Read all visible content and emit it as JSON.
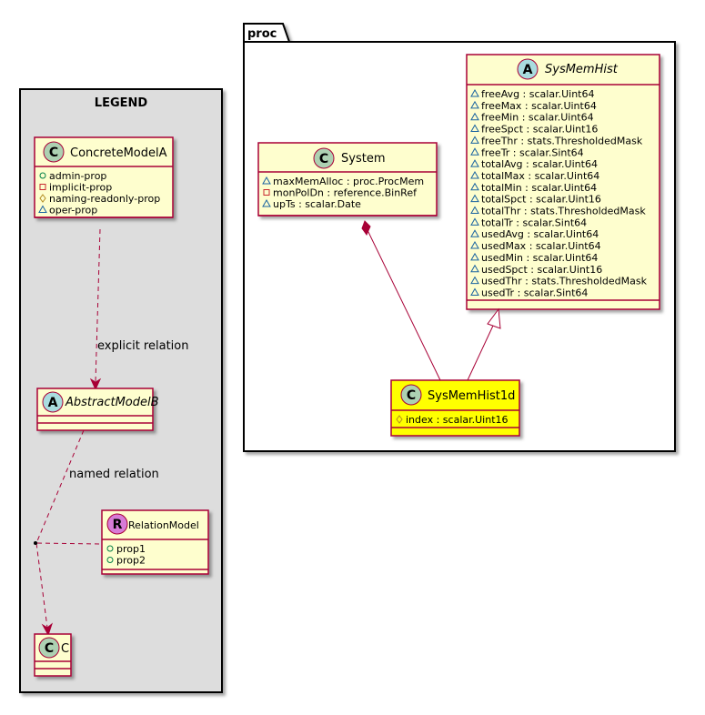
{
  "package": {
    "name": "proc"
  },
  "legend": {
    "title": "LEGEND",
    "classes": {
      "concrete": {
        "name": "ConcreteModelA",
        "badge": "C",
        "members": [
          {
            "vis": "public",
            "text": "admin-prop"
          },
          {
            "vis": "private",
            "text": "implicit-prop"
          },
          {
            "vis": "protected",
            "text": "naming-readonly-prop"
          },
          {
            "vis": "package",
            "text": "oper-prop"
          }
        ]
      },
      "abstract": {
        "name": "AbstractModelB",
        "badge": "A"
      },
      "relation": {
        "name": "RelationModel",
        "badge": "R",
        "members": [
          {
            "vis": "public",
            "text": "prop1"
          },
          {
            "vis": "public",
            "text": "prop2"
          }
        ]
      },
      "c": {
        "name": "C",
        "badge": "C"
      }
    },
    "edges": {
      "explicit": "explicit relation",
      "named": "named relation"
    }
  },
  "classes": {
    "system": {
      "name": "System",
      "badge": "C",
      "members": [
        {
          "vis": "package",
          "text": "maxMemAlloc : proc.ProcMem"
        },
        {
          "vis": "private",
          "text": "monPolDn : reference.BinRef"
        },
        {
          "vis": "package",
          "text": "upTs : scalar.Date"
        }
      ]
    },
    "sysMemHist": {
      "name": "SysMemHist",
      "badge": "A",
      "members": [
        {
          "vis": "package",
          "text": "freeAvg : scalar.Uint64"
        },
        {
          "vis": "package",
          "text": "freeMax : scalar.Uint64"
        },
        {
          "vis": "package",
          "text": "freeMin : scalar.Uint64"
        },
        {
          "vis": "package",
          "text": "freeSpct : scalar.Uint16"
        },
        {
          "vis": "package",
          "text": "freeThr : stats.ThresholdedMask"
        },
        {
          "vis": "package",
          "text": "freeTr : scalar.Sint64"
        },
        {
          "vis": "package",
          "text": "totalAvg : scalar.Uint64"
        },
        {
          "vis": "package",
          "text": "totalMax : scalar.Uint64"
        },
        {
          "vis": "package",
          "text": "totalMin : scalar.Uint64"
        },
        {
          "vis": "package",
          "text": "totalSpct : scalar.Uint16"
        },
        {
          "vis": "package",
          "text": "totalThr : stats.ThresholdedMask"
        },
        {
          "vis": "package",
          "text": "totalTr : scalar.Sint64"
        },
        {
          "vis": "package",
          "text": "usedAvg : scalar.Uint64"
        },
        {
          "vis": "package",
          "text": "usedMax : scalar.Uint64"
        },
        {
          "vis": "package",
          "text": "usedMin : scalar.Uint64"
        },
        {
          "vis": "package",
          "text": "usedSpct : scalar.Uint16"
        },
        {
          "vis": "package",
          "text": "usedThr : stats.ThresholdedMask"
        },
        {
          "vis": "package",
          "text": "usedTr : scalar.Sint64"
        }
      ]
    },
    "sysMemHist1d": {
      "name": "SysMemHist1d",
      "badge": "C",
      "members": [
        {
          "vis": "protected",
          "text": "index : scalar.Uint16"
        }
      ]
    }
  },
  "colors": {
    "classFill": "#FEFECE",
    "classBorder": "#A80036",
    "highlightFill": "#FFFF00",
    "legendFill": "#DDDDDD",
    "badgeC": "#ADD1B2",
    "badgeA": "#A9DCDF",
    "badgeR": "#D77BD7",
    "visPublic": "#038048",
    "visPrivate": "#C82930",
    "visProtected": "#B38D22",
    "visPackage": "#1963A0"
  }
}
